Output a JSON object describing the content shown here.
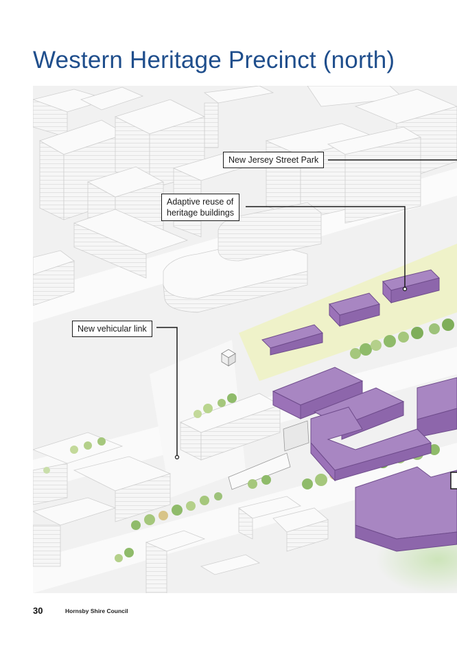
{
  "page": {
    "title": "Western Heritage Precinct (north)",
    "page_number": "30",
    "organisation": "Hornsby Shire Council"
  },
  "callouts": {
    "park": "New Jersey Street Park",
    "heritage_line1": "Adaptive reuse of",
    "heritage_line2": "heritage buildings",
    "vehicular": "New vehicular link"
  },
  "colors": {
    "title": "#1f4e8c",
    "heritage_building": "#9b72b8",
    "open_space": "#eef2c4",
    "tree": "#7fae5a",
    "building": "#f7f7f7"
  }
}
